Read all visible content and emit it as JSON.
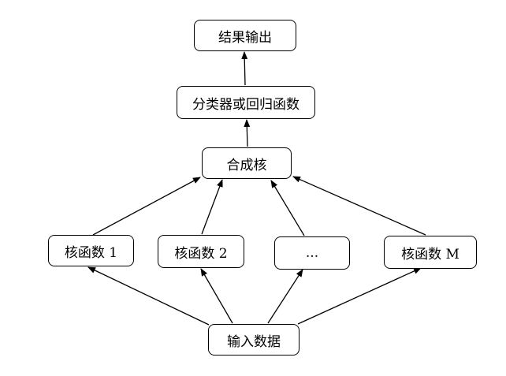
{
  "nodes": {
    "result_output": "结果输出",
    "classifier": "分类器或回归函数",
    "combined_kernel": "合成核",
    "kernel_1": "核函数 1",
    "kernel_2": "核函数 2",
    "kernel_ellipsis": "...",
    "kernel_m": "核函数 M",
    "input_data": "输入数据"
  },
  "edges": [
    {
      "from": "input_data",
      "to": "kernel_1"
    },
    {
      "from": "input_data",
      "to": "kernel_2"
    },
    {
      "from": "input_data",
      "to": "kernel_ellipsis"
    },
    {
      "from": "input_data",
      "to": "kernel_m"
    },
    {
      "from": "kernel_1",
      "to": "combined_kernel"
    },
    {
      "from": "kernel_2",
      "to": "combined_kernel"
    },
    {
      "from": "kernel_ellipsis",
      "to": "combined_kernel"
    },
    {
      "from": "kernel_m",
      "to": "combined_kernel"
    },
    {
      "from": "combined_kernel",
      "to": "classifier"
    },
    {
      "from": "classifier",
      "to": "result_output"
    }
  ]
}
